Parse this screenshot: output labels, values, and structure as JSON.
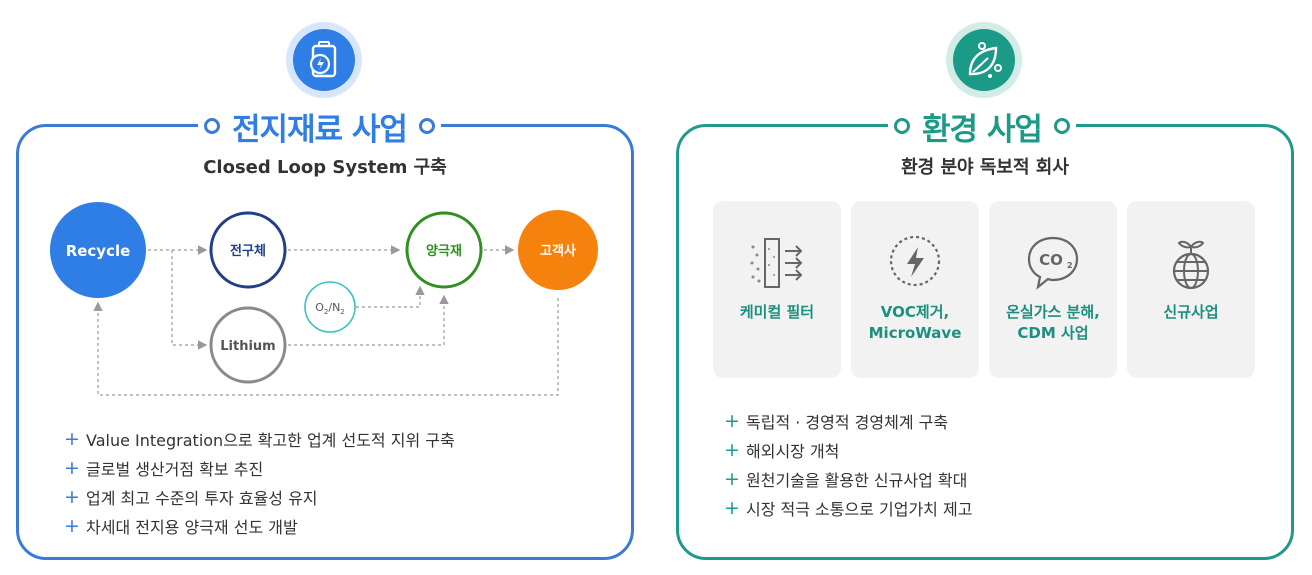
{
  "left": {
    "title": "전지재료 사업",
    "subtitle": "Closed Loop System 구축",
    "nodes": {
      "recycle": "Recycle",
      "precursor": "전구체",
      "cathode": "양극재",
      "customer": "고객사",
      "lithium": "Lithium",
      "o2": "O",
      "o2_sub": "2",
      "n2": "/N",
      "n2_sub": "2"
    },
    "bullets": [
      "Value Integration으로 확고한 업계 선도적 지위 구축",
      "글로벌 생산거점 확보 추진",
      "업계 최고 수준의 투자 효율성 유지",
      "차세대 전지용 양극재 선도 개발"
    ]
  },
  "right": {
    "title": "환경 사업",
    "subtitle": "환경 분야 독보적 회사",
    "cards": [
      {
        "line1": "케미컬 필터",
        "line2": "",
        "icon": "filter-icon"
      },
      {
        "line1": "VOC제거,",
        "line2": "MicroWave",
        "icon": "lightning-icon"
      },
      {
        "line1": "온실가스 분해,",
        "line2": "CDM 사업",
        "icon": "co2-icon"
      },
      {
        "line1": "신규사업",
        "line2": "",
        "icon": "globe-sprout-icon"
      }
    ],
    "bullets": [
      "독립적 · 경영적 경영체계 구축",
      "해외시장 개척",
      "원천기술을 활용한 신규사업 확대",
      "시장 적극 소통으로 기업가치 제고"
    ]
  },
  "colors": {
    "blue": "#2f7ee6",
    "teal": "#1c9a88",
    "navy": "#1f3f86",
    "green": "#2f8f1f",
    "orange": "#f5820d",
    "gray": "#8a8a8a",
    "cyan": "#39c1c1"
  },
  "bullet_marker": "+"
}
